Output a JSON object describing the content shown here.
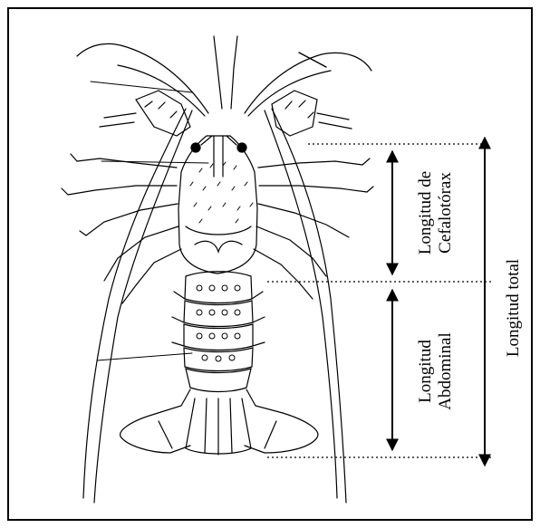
{
  "figure": {
    "labels": {
      "cephalothorax_line1": "Longitud de",
      "cephalothorax_line2": "Cefalotórax",
      "abdominal_line1": "Longitud",
      "abdominal_line2": "Abdominal",
      "total": "Longitud total"
    },
    "subject": "spiny-lobster-dorsal-view",
    "colors": {
      "ink": "#000000",
      "background": "#ffffff"
    }
  }
}
